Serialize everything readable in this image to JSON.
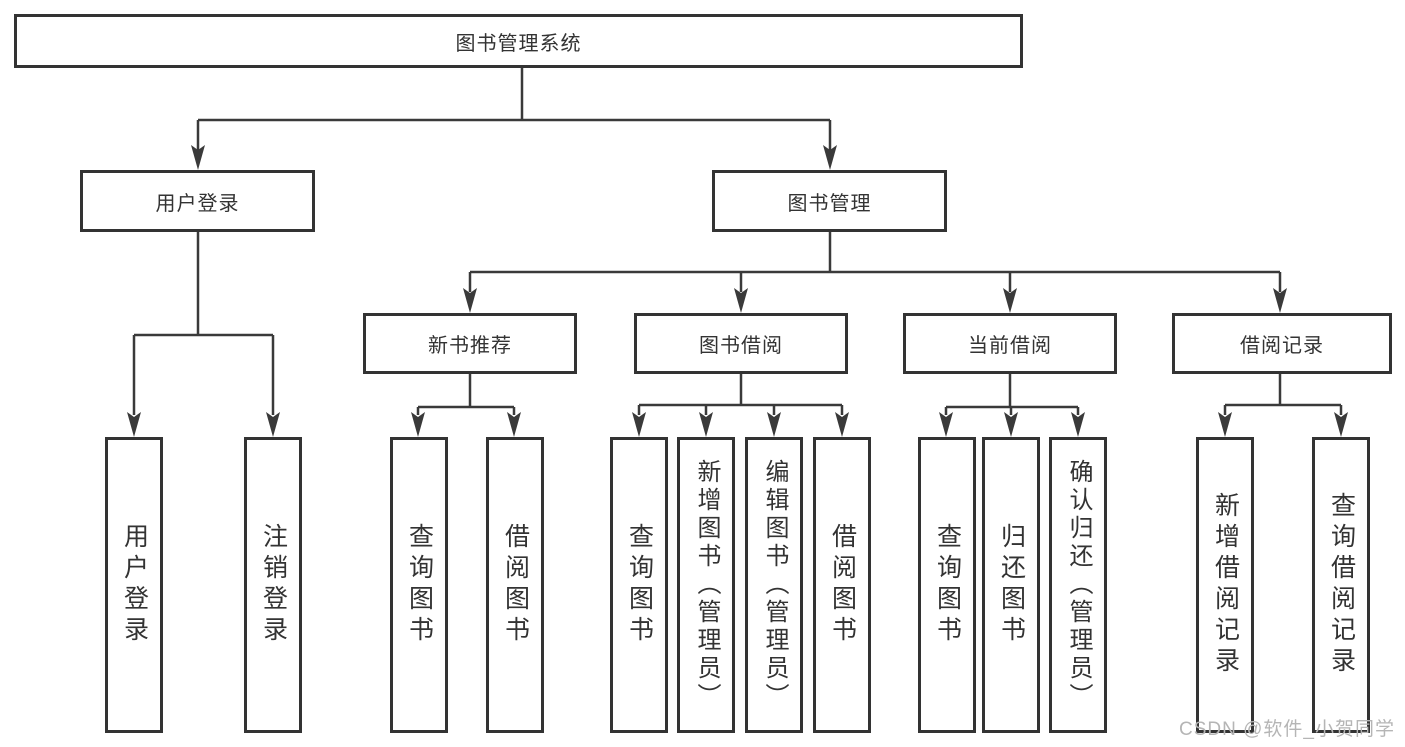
{
  "diagram": {
    "root": {
      "label": "图书管理系统"
    },
    "level1": {
      "user_login": {
        "label": "用户登录"
      },
      "book_management": {
        "label": "图书管理"
      }
    },
    "level2": {
      "new_book_recommend": {
        "label": "新书推荐"
      },
      "book_borrow": {
        "label": "图书借阅"
      },
      "current_borrow": {
        "label": "当前借阅"
      },
      "borrow_records": {
        "label": "借阅记录"
      }
    },
    "leaves": {
      "user_login_login": {
        "label": "用户登录"
      },
      "user_login_logout": {
        "label": "注销登录"
      },
      "new_book_query": {
        "label": "查询图书"
      },
      "new_book_borrow": {
        "label": "借阅图书"
      },
      "borrow_query": {
        "label": "查询图书"
      },
      "borrow_add": {
        "label": "新增图书（管理员）"
      },
      "borrow_edit": {
        "label": "编辑图书（管理员）"
      },
      "borrow_borrow": {
        "label": "借阅图书"
      },
      "current_query": {
        "label": "查询图书"
      },
      "current_return": {
        "label": "归还图书"
      },
      "current_confirm": {
        "label": "确认归还（管理员）"
      },
      "records_add": {
        "label": "新增借阅记录"
      },
      "records_query": {
        "label": "查询借阅记录"
      }
    }
  },
  "watermark": {
    "text": "CSDN @软件_小贺同学"
  },
  "colors": {
    "line": "#3a3a3a",
    "border": "#333333",
    "text": "#333333",
    "watermark": "#b5b5b5",
    "background": "#ffffff"
  }
}
